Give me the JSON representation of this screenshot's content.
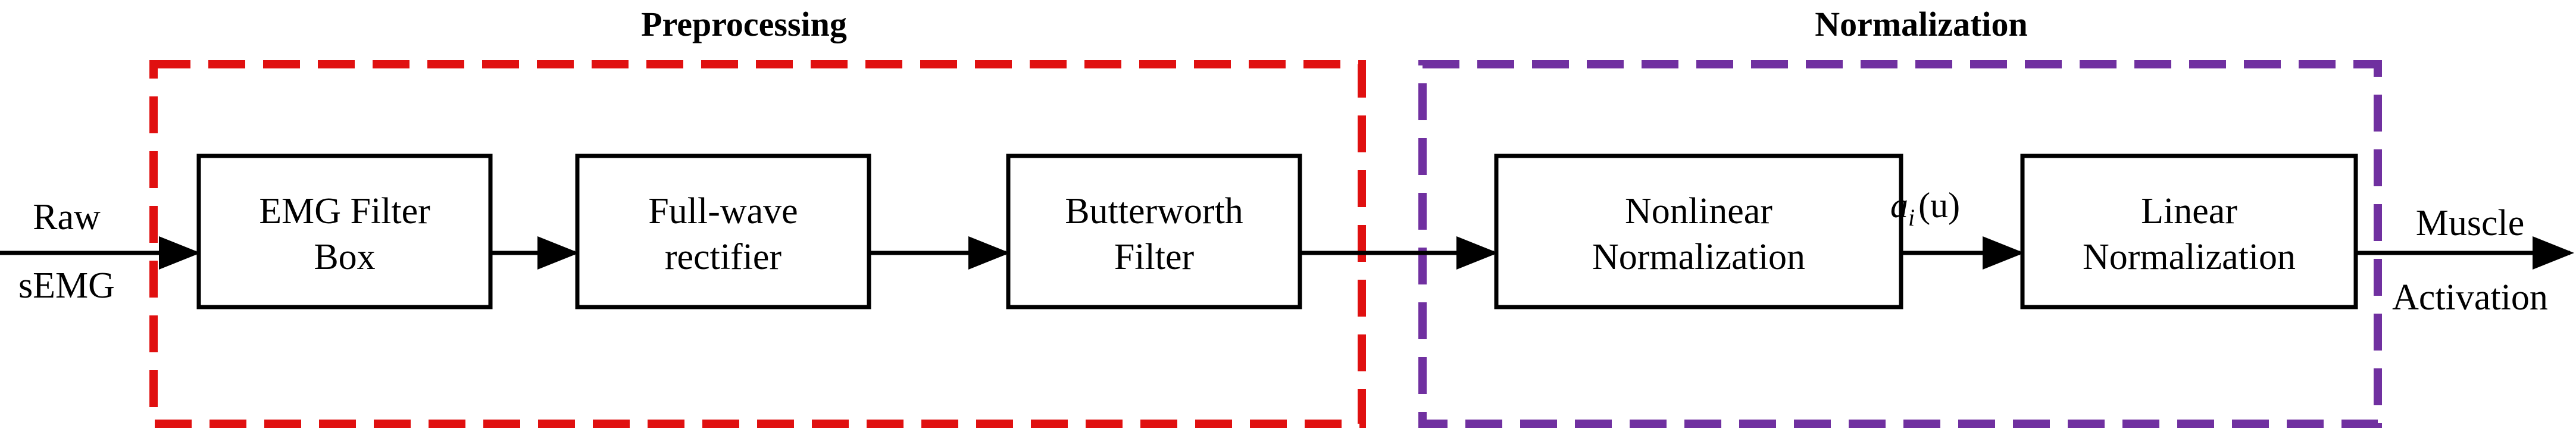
{
  "groups": {
    "preprocessing": {
      "title": "Preprocessing",
      "color": "#e01010"
    },
    "normalization": {
      "title": "Normalization",
      "color": "#7030a0"
    }
  },
  "boxes": {
    "emg_filter": [
      "EMG Filter",
      "Box"
    ],
    "full_wave": [
      "Full-wave",
      "rectifier"
    ],
    "butterworth": [
      "Butterworth",
      "Filter"
    ],
    "nonlinear": [
      "Nonlinear",
      "Normalization"
    ],
    "linear": [
      "Linear",
      "Normalization"
    ]
  },
  "input": [
    "Raw",
    "sEMG"
  ],
  "output": [
    "Muscle",
    "Activation"
  ],
  "signal": "a",
  "signal_sub": "i",
  "signal_arg": "(u)"
}
